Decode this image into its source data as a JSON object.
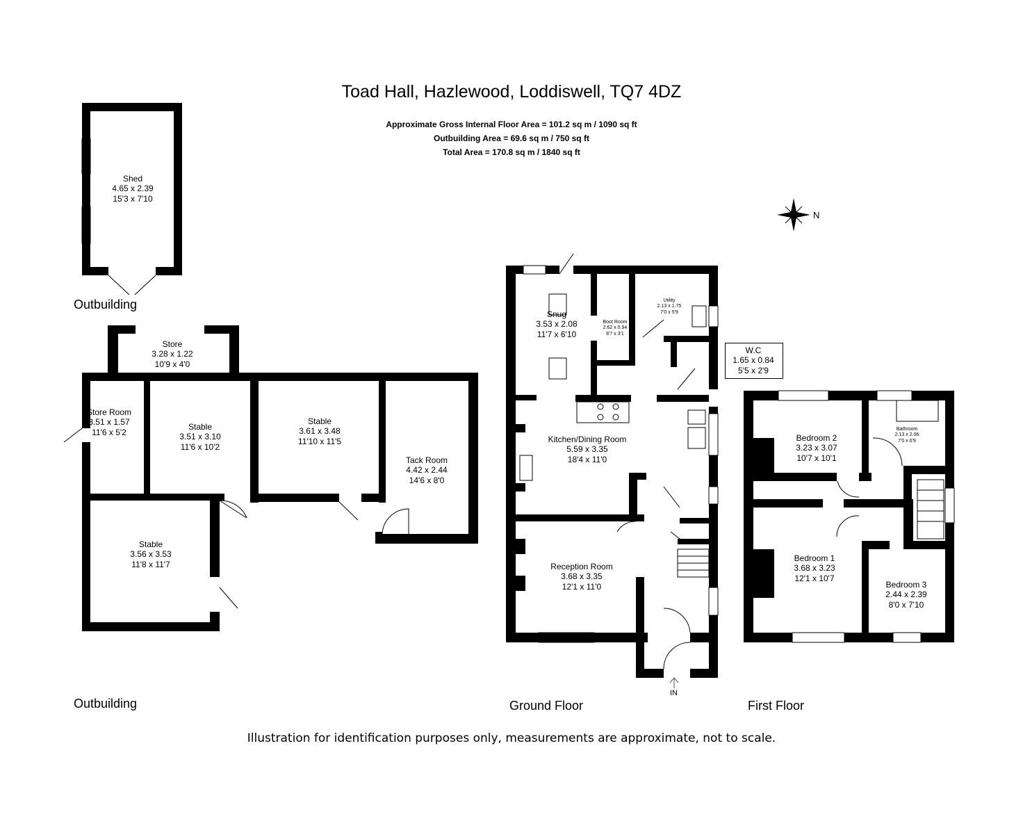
{
  "title": "Toad Hall, Hazlewood, Loddiswell, TQ7 4DZ",
  "areas": {
    "gross": "Approximate Gross Internal Floor Area  = 101.2 sq m / 1090 sq ft",
    "outbuilding": "Outbuilding Area = 69.6 sq m / 750 sq ft",
    "total": "Total Area = 170.8 sq m / 1840 sq ft"
  },
  "labels": {
    "outbuilding_top": "Outbuilding",
    "outbuilding_bottom": "Outbuilding",
    "ground_floor": "Ground Floor",
    "first_floor": "First Floor",
    "north": "N",
    "entrance": "IN"
  },
  "disclaimer": "Illustration for identification purposes only, measurements are approximate, not to scale.",
  "rooms": {
    "shed": {
      "name": "Shed",
      "metric": "4.65 x 2.39",
      "imperial": "15'3 x 7'10"
    },
    "store": {
      "name": "Store",
      "metric": "3.28 x 1.22",
      "imperial": "10'9 x 4'0"
    },
    "store_room": {
      "name": "Store Room",
      "metric": "3.51 x 1.57",
      "imperial": "11'6 x 5'2"
    },
    "stable_a": {
      "name": "Stable",
      "metric": "3.51 x 3.10",
      "imperial": "11'6 x 10'2"
    },
    "stable_b": {
      "name": "Stable",
      "metric": "3.61 x 3.48",
      "imperial": "11'10 x 11'5"
    },
    "tack_room": {
      "name": "Tack Room",
      "metric": "4.42 x 2.44",
      "imperial": "14'6 x 8'0"
    },
    "stable_c": {
      "name": "Stable",
      "metric": "3.56 x 3.53",
      "imperial": "11'8 x 11'7"
    },
    "snug": {
      "name": "Snug",
      "metric": "3.53 x 2.08",
      "imperial": "11'7 x 6'10"
    },
    "boot_room": {
      "name": "Boot Room",
      "metric": "2.62 x 0.94",
      "imperial": "8'7 x 3'1"
    },
    "utility": {
      "name": "Utility",
      "metric": "2.13 x 1.75",
      "imperial": "7'0 x 5'9"
    },
    "wc": {
      "name": "W.C",
      "metric": "1.65 x 0.84",
      "imperial": "5'5 x 2'9"
    },
    "kitchen": {
      "name": "Kitchen/Dining Room",
      "metric": "5.59 x 3.35",
      "imperial": "18'4 x 11'0"
    },
    "reception": {
      "name": "Reception Room",
      "metric": "3.68 x 3.35",
      "imperial": "12'1 x 11'0"
    },
    "bedroom2": {
      "name": "Bedroom 2",
      "metric": "3.23 x 3.07",
      "imperial": "10'7 x 10'1"
    },
    "bathroom": {
      "name": "Bathroom",
      "metric": "2.13 x 2.06",
      "imperial": "7'0 x 6'9"
    },
    "bedroom1": {
      "name": "Bedroom 1",
      "metric": "3.68 x 3.23",
      "imperial": "12'1 x 10'7"
    },
    "bedroom3": {
      "name": "Bedroom 3",
      "metric": "2.44 x 2.39",
      "imperial": "8'0 x 7'10"
    }
  },
  "colors": {
    "wall": "#000000",
    "background": "#ffffff",
    "fixture": "#555555"
  }
}
